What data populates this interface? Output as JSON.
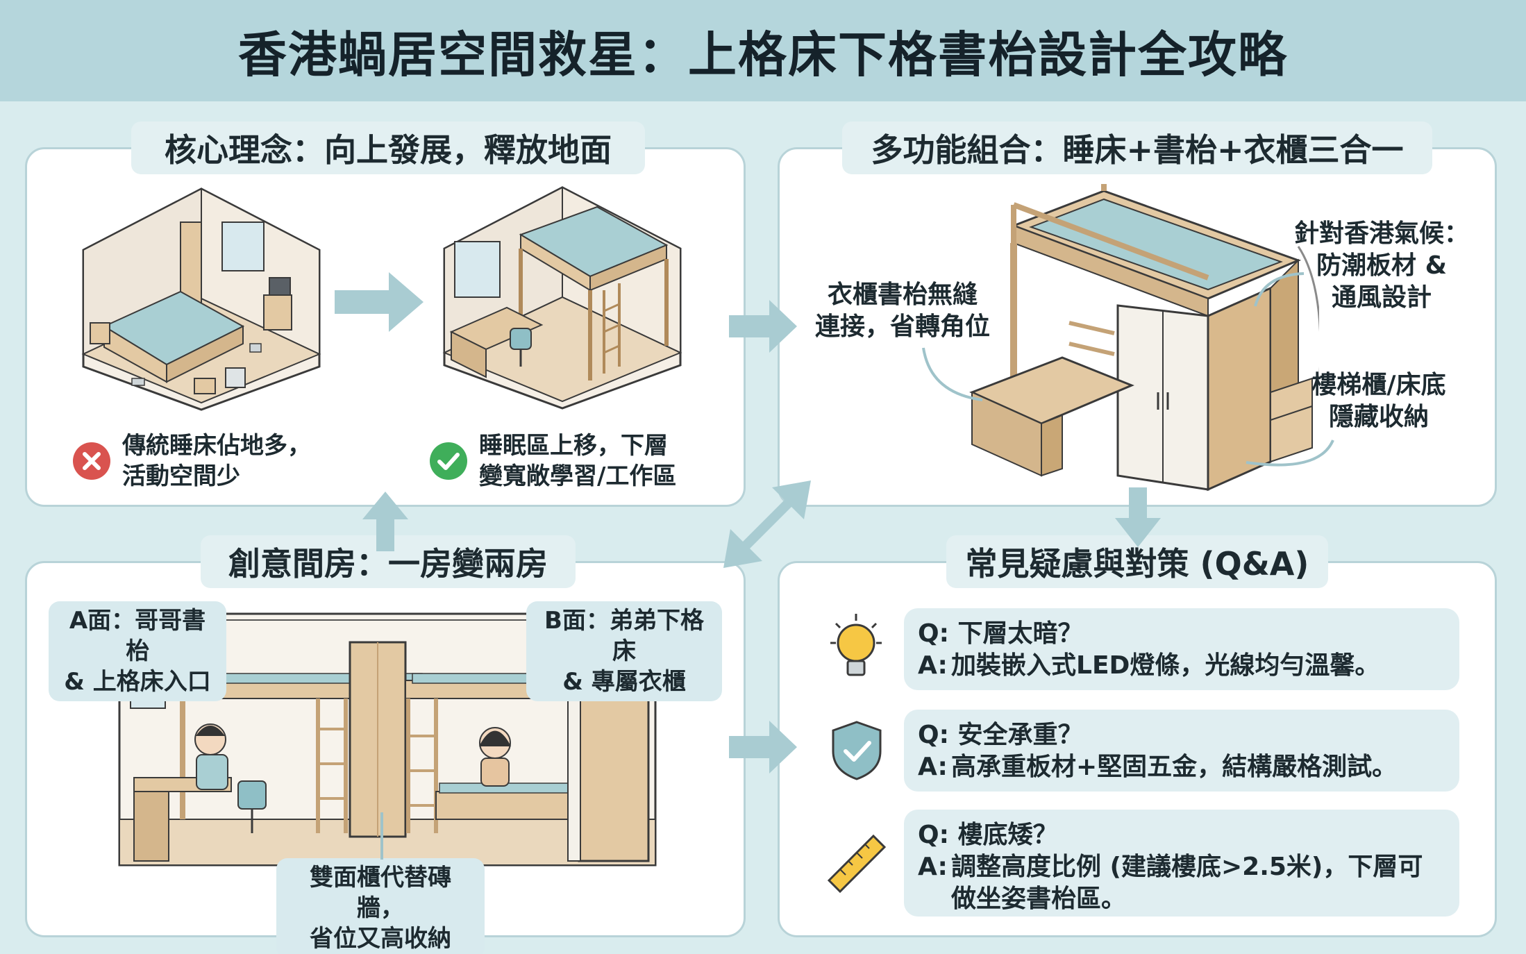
{
  "title": "香港蝸居空間救星：上格床下格書枱設計全攻略",
  "panels": {
    "core": {
      "title": "核心理念：向上發展，釋放地面",
      "bad_caption_1": "傳統睡床佔地多，",
      "bad_caption_2": "活動空間少",
      "good_caption_1": "睡眠區上移，下層",
      "good_caption_2": "變寬敞學習/工作區"
    },
    "multi": {
      "title": "多功能組合：睡床+書枱+衣櫃三合一",
      "label_seamless_1": "衣櫃書枱無縫",
      "label_seamless_2": "連接，省轉角位",
      "label_climate_1": "針對香港氣候：",
      "label_climate_2": "防潮板材 &",
      "label_climate_3": "通風設計",
      "label_storage_1": "樓梯櫃/床底",
      "label_storage_2": "隱藏收納"
    },
    "room": {
      "title": "創意間房：一房變兩房",
      "tag_a_1": "A面：哥哥書枱",
      "tag_a_2": "& 上格床入口",
      "tag_b_1": "B面：弟弟下格床",
      "tag_b_2": "& 專屬衣櫃",
      "tag_wall_1": "雙面櫃代替磚牆，",
      "tag_wall_2": "省位又高收納"
    },
    "qa": {
      "title": "常見疑慮與對策 (Q&A)",
      "items": [
        {
          "icon": "lightbulb-icon",
          "q": "Q: 下層太暗？",
          "a_prefix": "A:",
          "a": "加裝嵌入式LED燈條，光線均勻溫馨。"
        },
        {
          "icon": "shield-check-icon",
          "q": "Q: 安全承重？",
          "a_prefix": "A:",
          "a": "高承重板材+堅固五金，結構嚴格測試。"
        },
        {
          "icon": "ruler-icon",
          "q": "Q: 樓底矮？",
          "a_prefix": "A:",
          "a": "調整高度比例 (建議樓底>2.5米)，下層可做坐姿書枱區。"
        }
      ]
    }
  },
  "colors": {
    "background": "#d9ecee",
    "title_bar": "#b5d6dc",
    "panel_border": "#b8d3d8",
    "wood": "#e3c9a3",
    "mattress": "#a9cfd3",
    "arrow": "#a9ccd2",
    "bad": "#d9534f",
    "good": "#3fae5a"
  }
}
